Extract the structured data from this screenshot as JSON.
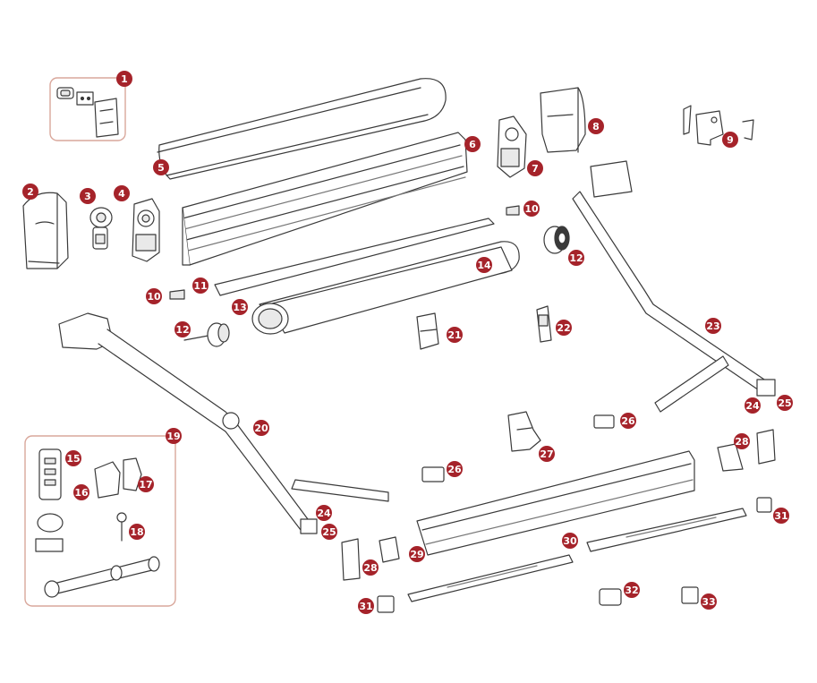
{
  "colors": {
    "badge": "#a5232a",
    "kit_frame": "#d9a79b",
    "line": "#3a3a3a",
    "fill": "#ffffff",
    "shade": "#e9e9e9"
  },
  "callouts": [
    "1",
    "2",
    "3",
    "4",
    "5",
    "6",
    "7",
    "8",
    "9",
    "10",
    "10",
    "11",
    "12",
    "12",
    "13",
    "14",
    "15",
    "16",
    "17",
    "18",
    "19",
    "20",
    "21",
    "22",
    "23",
    "24",
    "24",
    "25",
    "25",
    "26",
    "26",
    "27",
    "28",
    "28",
    "29",
    "30",
    "31",
    "31",
    "32",
    "33"
  ]
}
